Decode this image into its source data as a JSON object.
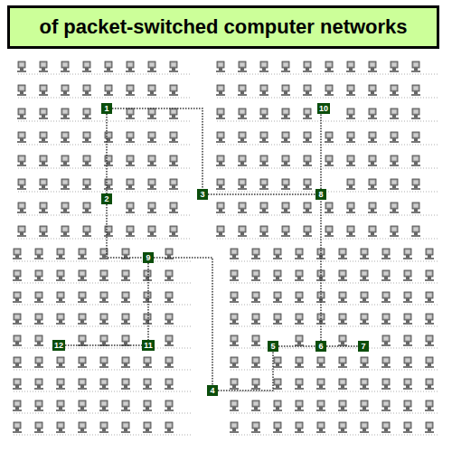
{
  "diagram": {
    "title": "of packet-switched computer networks",
    "nodes": [
      {
        "text": [
          "1"
        ]
      },
      {
        "text": [
          "10"
        ]
      },
      {
        "text": [
          "2"
        ]
      },
      {
        "text": [
          "3"
        ]
      },
      {
        "text": [
          "8"
        ]
      },
      {
        "text": [
          "9"
        ]
      },
      {
        "text": [
          "12"
        ]
      },
      {
        "text": [
          "11"
        ]
      },
      {
        "text": [
          "5"
        ]
      },
      {
        "text": [
          "6"
        ]
      },
      {
        "text": [
          "7"
        ]
      },
      {
        "text": [
          "4"
        ]
      }
    ],
    "edges": [
      {
        "from": 0,
        "to": 2,
        "arrow": "none"
      },
      {
        "from": 0,
        "to": 3,
        "arrow": "none"
      },
      {
        "from": 3,
        "to": 4,
        "arrow": "none"
      },
      {
        "from": 4,
        "to": 1,
        "arrow": "none"
      },
      {
        "from": 2,
        "to": 5,
        "arrow": "none"
      },
      {
        "from": 5,
        "to": 7,
        "arrow": "none"
      },
      {
        "from": 6,
        "to": 7,
        "arrow": "none"
      },
      {
        "from": 5,
        "to": 11,
        "arrow": "none"
      },
      {
        "from": 11,
        "to": 8,
        "arrow": "none"
      },
      {
        "from": 8,
        "to": 9,
        "arrow": "none"
      },
      {
        "from": 9,
        "to": 10,
        "arrow": "none"
      },
      {
        "from": 9,
        "to": 4,
        "arrow": "none"
      }
    ]
  }
}
